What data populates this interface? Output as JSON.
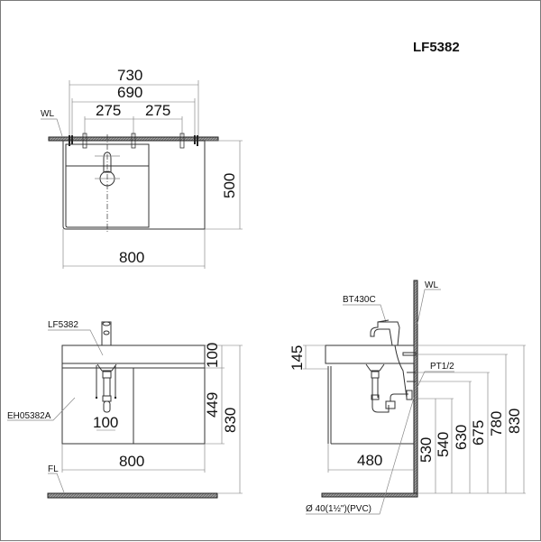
{
  "title": "LF5382",
  "top_view": {
    "wall_label": "WL",
    "dims": {
      "overall_mount": "730",
      "bracket_span": "690",
      "left_spacing": "275",
      "right_spacing": "275",
      "depth": "500",
      "width": "800"
    }
  },
  "front_view": {
    "basin_label": "LF5382",
    "cabinet_label": "EH05382A",
    "floor_label": "FL",
    "dims": {
      "basin_height": "100",
      "cabinet_height": "449",
      "total_height": "830",
      "drain_spacing": "100",
      "width": "800"
    }
  },
  "side_view": {
    "faucet_label": "BT430C",
    "wall_label": "WL",
    "supply_label": "PT1/2",
    "drain_label": "Ø  40(1½\")(PVC)",
    "dims": {
      "basin_thickness": "145",
      "depth": "480",
      "h530": "530",
      "h540": "540",
      "h630": "630",
      "h675": "675",
      "h780": "780",
      "h830": "830"
    }
  }
}
